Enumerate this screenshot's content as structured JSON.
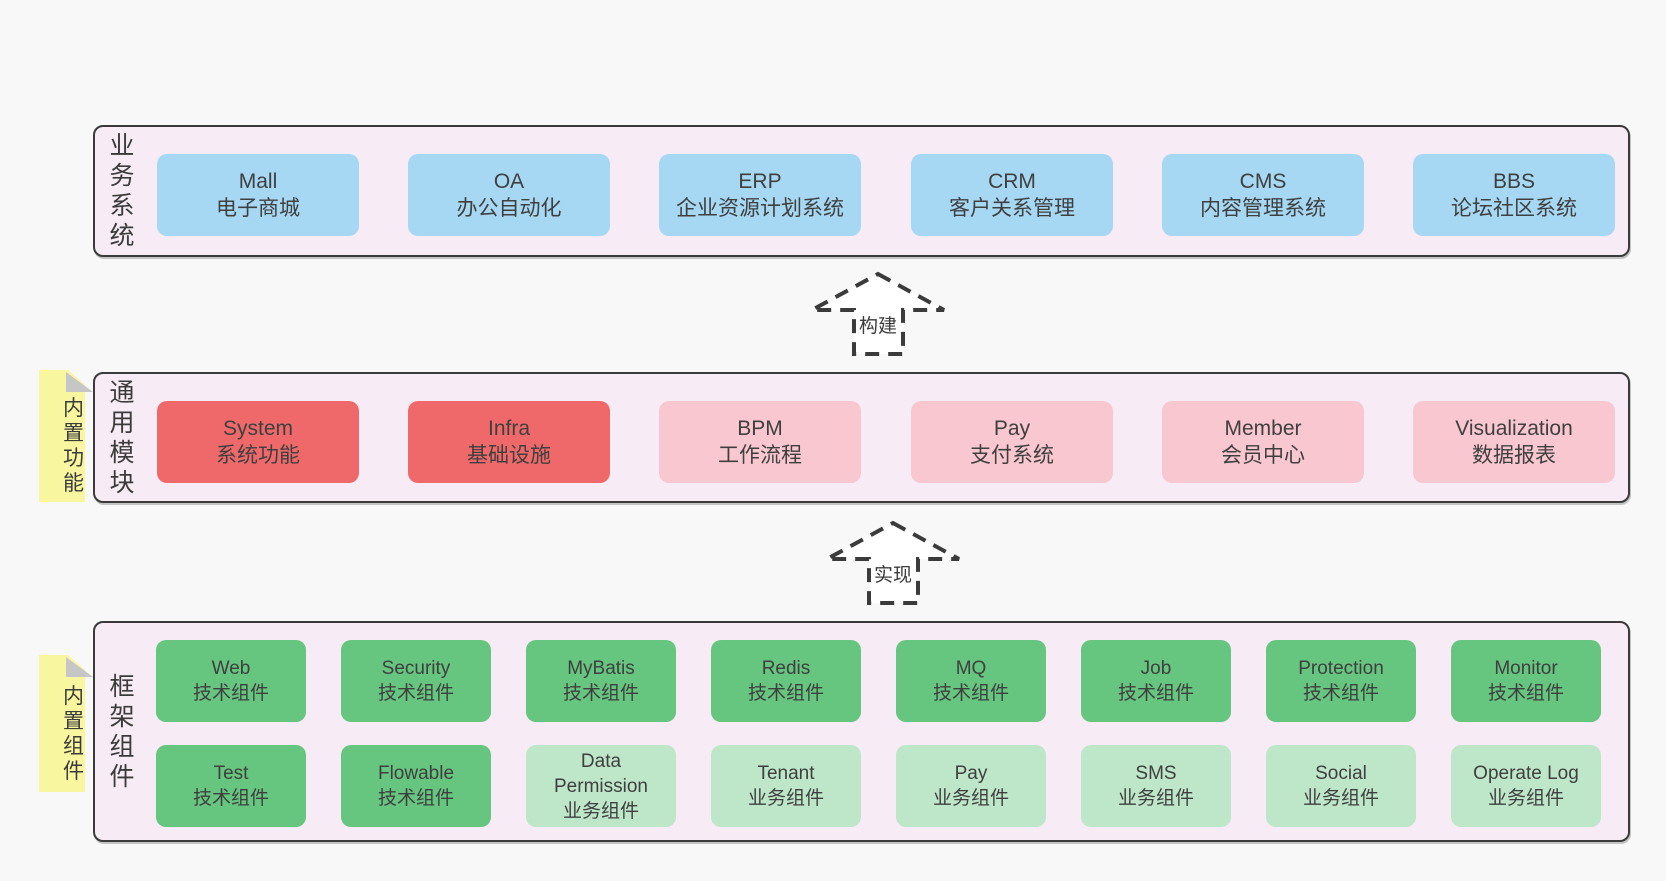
{
  "colors": {
    "page_bg": "#f8f8f8",
    "container_bg": "#f7ecf5",
    "container_border": "#3b3b3b",
    "blue": "#a6d8f3",
    "red": "#f0696a",
    "pink": "#f9c7cf",
    "green_dark": "#66c57f",
    "green_light": "#bee6c8",
    "yellow": "#f9f6a0",
    "fold": "#c6c6c6",
    "text": "#3f3f3f",
    "arrow": "#3b3b3b"
  },
  "arrows": [
    {
      "label": "构建"
    },
    {
      "label": "实现"
    }
  ],
  "sections": {
    "business": {
      "side_label": "业务系统",
      "boxes": [
        {
          "title": "Mall",
          "subtitle": "电子商城",
          "variant": "blue"
        },
        {
          "title": "OA",
          "subtitle": "办公自动化",
          "variant": "blue"
        },
        {
          "title": "ERP",
          "subtitle": "企业资源计划系统",
          "variant": "blue"
        },
        {
          "title": "CRM",
          "subtitle": "客户关系管理",
          "variant": "blue"
        },
        {
          "title": "CMS",
          "subtitle": "内容管理系统",
          "variant": "blue"
        },
        {
          "title": "BBS",
          "subtitle": "论坛社区系统",
          "variant": "blue"
        }
      ]
    },
    "modules": {
      "tab_label": "内置功能",
      "side_label": "通用模块",
      "boxes": [
        {
          "title": "System",
          "subtitle": "系统功能",
          "variant": "red"
        },
        {
          "title": "Infra",
          "subtitle": "基础设施",
          "variant": "red"
        },
        {
          "title": "BPM",
          "subtitle": "工作流程",
          "variant": "pink"
        },
        {
          "title": "Pay",
          "subtitle": "支付系统",
          "variant": "pink"
        },
        {
          "title": "Member",
          "subtitle": "会员中心",
          "variant": "pink"
        },
        {
          "title": "Visualization",
          "subtitle": "数据报表",
          "variant": "pink"
        }
      ]
    },
    "components": {
      "tab_label": "内置组件",
      "side_label": "框架组件",
      "row1": [
        {
          "title": "Web",
          "subtitle": "技术组件",
          "variant": "green_dark"
        },
        {
          "title": "Security",
          "subtitle": "技术组件",
          "variant": "green_dark"
        },
        {
          "title": "MyBatis",
          "subtitle": "技术组件",
          "variant": "green_dark"
        },
        {
          "title": "Redis",
          "subtitle": "技术组件",
          "variant": "green_dark"
        },
        {
          "title": "MQ",
          "subtitle": "技术组件",
          "variant": "green_dark"
        },
        {
          "title": "Job",
          "subtitle": "技术组件",
          "variant": "green_dark"
        },
        {
          "title": "Protection",
          "subtitle": "技术组件",
          "variant": "green_dark"
        },
        {
          "title": "Monitor",
          "subtitle": "技术组件",
          "variant": "green_dark"
        }
      ],
      "row2": [
        {
          "title": "Test",
          "subtitle": "技术组件",
          "variant": "green_dark"
        },
        {
          "title": "Flowable",
          "subtitle": "技术组件",
          "variant": "green_dark"
        },
        {
          "title": "Data Permission",
          "subtitle": "业务组件",
          "variant": "green_light"
        },
        {
          "title": "Tenant",
          "subtitle": "业务组件",
          "variant": "green_light"
        },
        {
          "title": "Pay",
          "subtitle": "业务组件",
          "variant": "green_light"
        },
        {
          "title": "SMS",
          "subtitle": "业务组件",
          "variant": "green_light"
        },
        {
          "title": "Social",
          "subtitle": "业务组件",
          "variant": "green_light"
        },
        {
          "title": "Operate Log",
          "subtitle": "业务组件",
          "variant": "green_light"
        }
      ]
    }
  }
}
